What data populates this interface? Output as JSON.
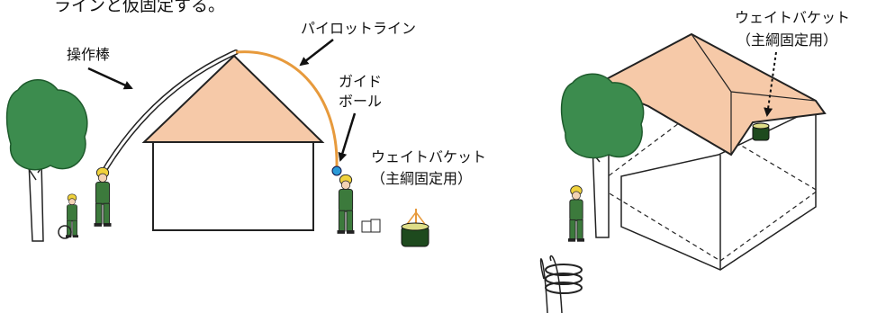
{
  "intro_fragment": "ラインと仮固定する。",
  "left_scene": {
    "labels": {
      "operating_pole": "操作棒",
      "pilot_line": "パイロットライン",
      "guide_ball_line1": "ガイド",
      "guide_ball_line2": "ボール",
      "weight_bucket": "ウェイトバケット",
      "weight_bucket_note": "（主綱固定用）"
    }
  },
  "right_scene": {
    "labels": {
      "weight_bucket": "ウェイトバケット",
      "weight_bucket_note": "（主綱固定用）"
    }
  },
  "colors": {
    "roof": "#f6c9a8",
    "pilot_line": "#e79a3c",
    "foliage": "#3c8c4e",
    "uniform": "#3c7a3c",
    "helmet": "#f0d23c",
    "guide_ball": "#2a9ad8"
  }
}
